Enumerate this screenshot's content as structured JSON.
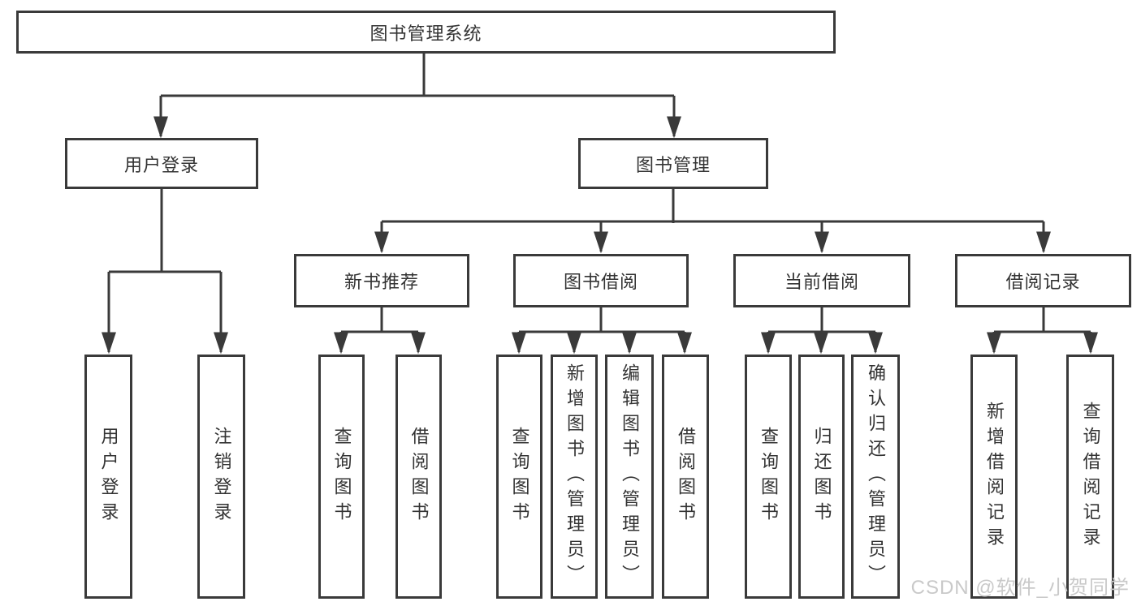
{
  "diagram": {
    "root": {
      "label": "图书管理系统"
    },
    "level2": [
      {
        "label": "用户登录",
        "children": [
          "用户登录",
          "注销登录"
        ]
      },
      {
        "label": "图书管理"
      }
    ],
    "level3": [
      {
        "label": "新书推荐",
        "children": [
          "查询图书",
          "借阅图书"
        ]
      },
      {
        "label": "图书借阅",
        "children": [
          "查询图书",
          "新增图书（管理员）",
          "编辑图书（管理员）",
          "借阅图书"
        ]
      },
      {
        "label": "当前借阅",
        "children": [
          "查询图书",
          "归还图书",
          "确认归还（管理员）"
        ]
      },
      {
        "label": "借阅记录",
        "children": [
          "新增借阅记录",
          "查询借阅记录"
        ]
      }
    ]
  },
  "watermark": {
    "text": "CSDN @软件_小贺同学",
    "color": "#c9c9c9"
  },
  "colors": {
    "line": "#3a3a3a",
    "text": "#333333",
    "background": "#ffffff"
  }
}
